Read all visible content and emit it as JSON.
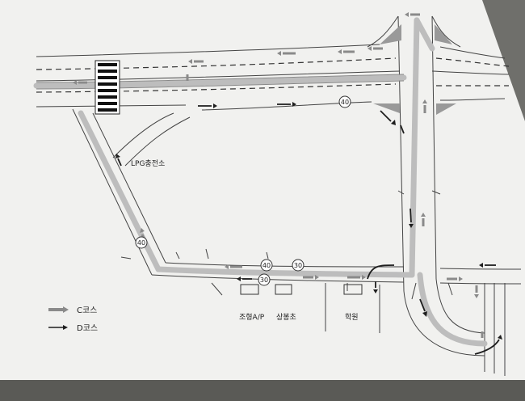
{
  "labels": {
    "lpg": "LPG충전소",
    "body_shop": "조형A/P",
    "sangbong": "상봉초",
    "academy": "학원"
  },
  "speed_signs": [
    "40",
    "40",
    "40",
    "30",
    "30"
  ],
  "legend": {
    "c_course": "C코스",
    "d_course": "D코스"
  },
  "colors": {
    "c_course_arrow": "#8a8a8a",
    "d_course_arrow": "#1e1e1e"
  }
}
